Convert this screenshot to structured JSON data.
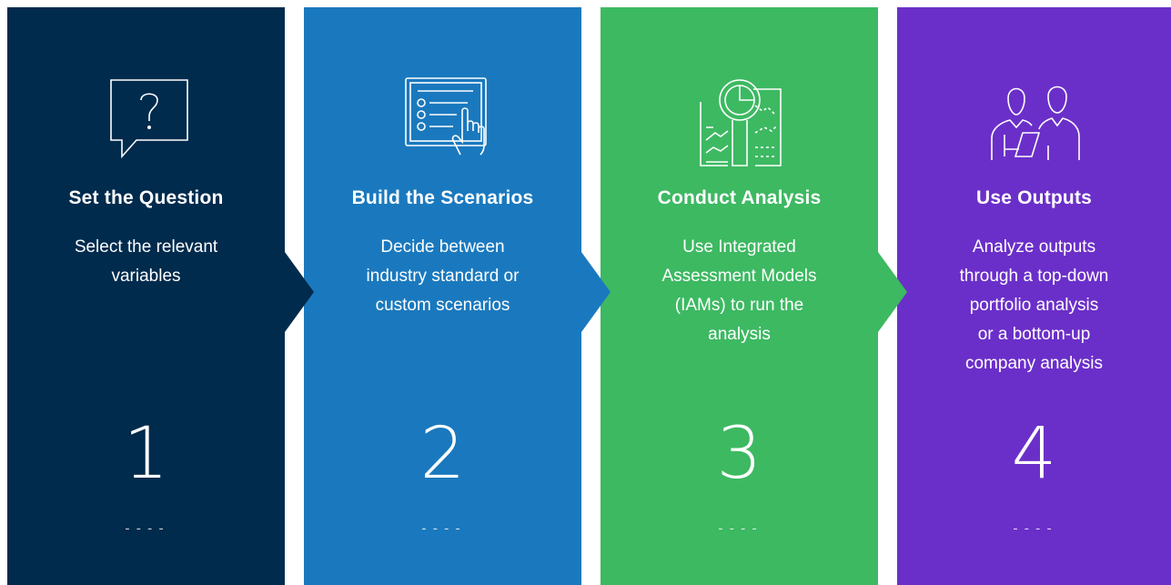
{
  "steps": [
    {
      "title": "Set the Question",
      "desc_lines": [
        "Select the relevant",
        "variables"
      ],
      "number": "1",
      "footer": "----",
      "icon": "question-bubble-icon",
      "color": "#002b4d"
    },
    {
      "title": "Build the Scenarios",
      "desc_lines": [
        "Decide between",
        "industry standard or",
        "custom scenarios"
      ],
      "number": "2",
      "footer": "----",
      "icon": "checklist-tap-icon",
      "color": "#1a79be"
    },
    {
      "title": "Conduct Analysis",
      "desc_lines": [
        "Use Integrated",
        "Assessment Models",
        "(IAMs) to run the",
        "analysis"
      ],
      "number": "3",
      "footer": "----",
      "icon": "magnifier-chart-icon",
      "color": "#3db962"
    },
    {
      "title": "Use Outputs",
      "desc_lines": [
        "Analyze outputs",
        "through a top-down",
        "portfolio analysis",
        "or a bottom-up",
        "company analysis"
      ],
      "number": "4",
      "footer": "----",
      "icon": "two-people-icon",
      "color": "#6b2fc9"
    }
  ]
}
